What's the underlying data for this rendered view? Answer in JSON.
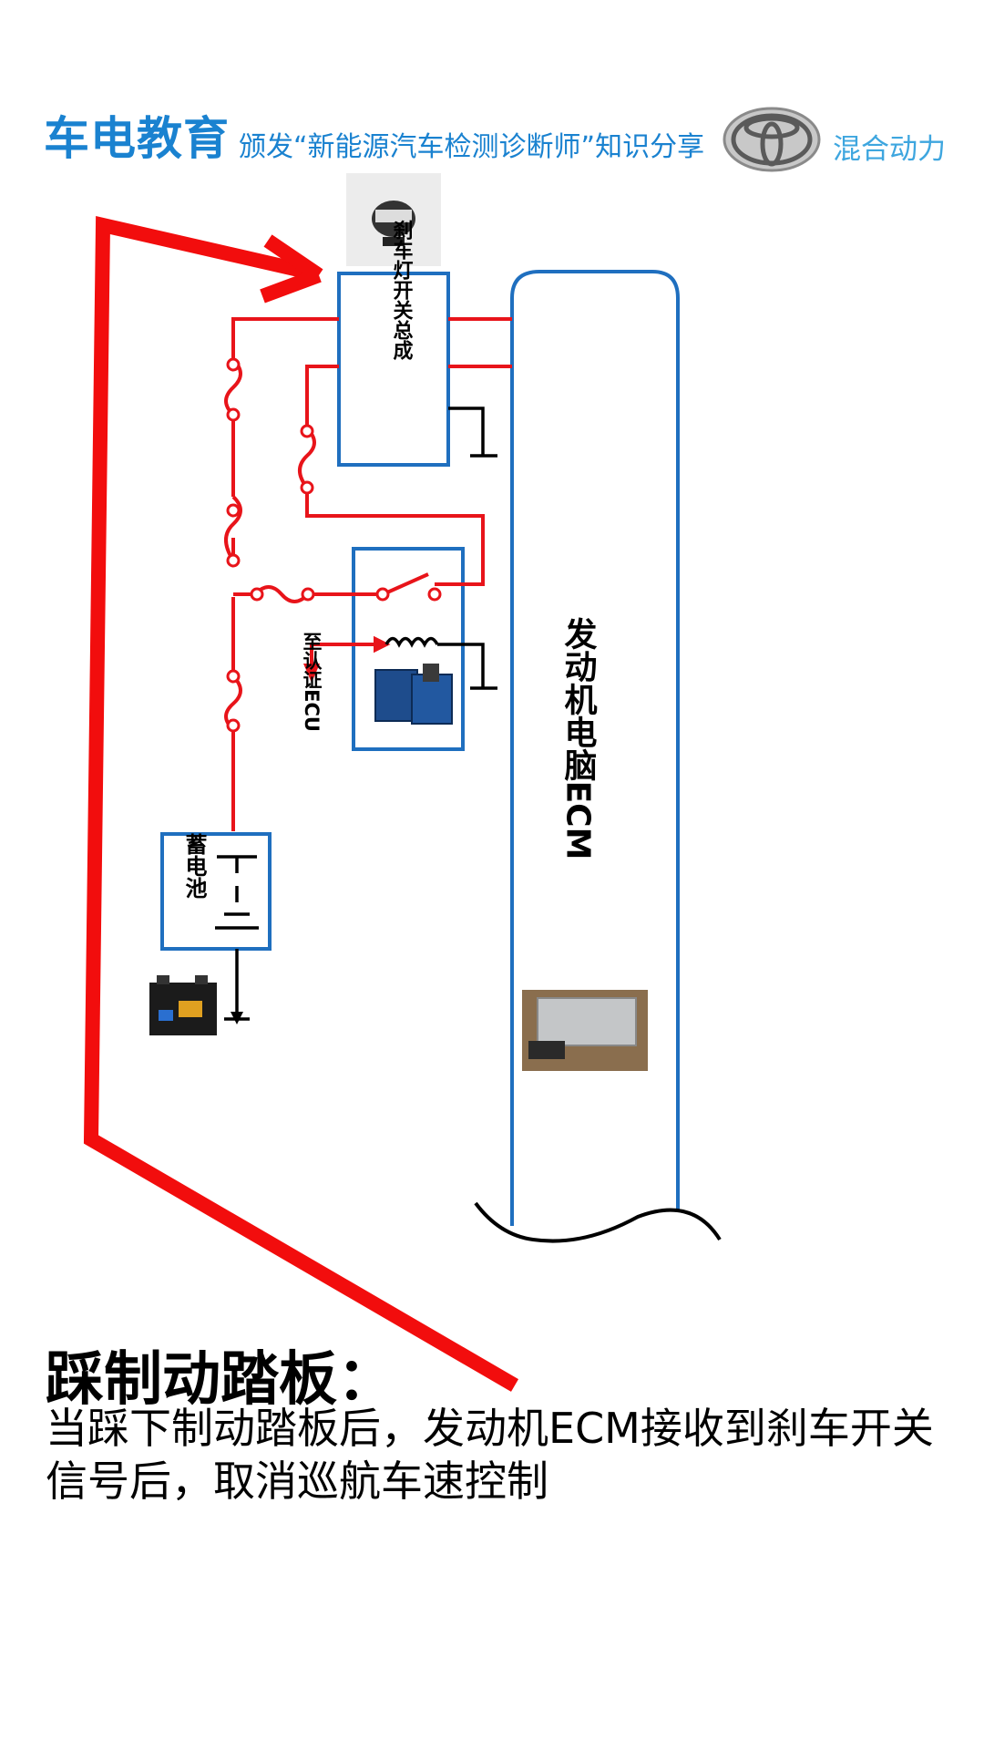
{
  "header": {
    "brand": "车电教育",
    "slogan": "颁发“新能源汽车检测诊断师”知识分享",
    "logo_icon": "toyota-logo-icon",
    "tag": "混合动力"
  },
  "labels": {
    "brake_switch": "刹车灯开关总成",
    "battery": "蓄电池",
    "to_auth_ecu": "至认证ECU",
    "engine_ecm": "发动机电脑ECM"
  },
  "caption": {
    "title": "踩制动踏板：",
    "body": "当踩下制动踏板后，发动机ECM接收到刹车开关信号后，取消巡航车速控制"
  },
  "colors": {
    "brand_blue": "#1a82d0",
    "box_blue": "#1f6fbf",
    "wire_red": "#e8141a",
    "arrow_red": "#f20d0d",
    "ground_black": "#000000"
  }
}
